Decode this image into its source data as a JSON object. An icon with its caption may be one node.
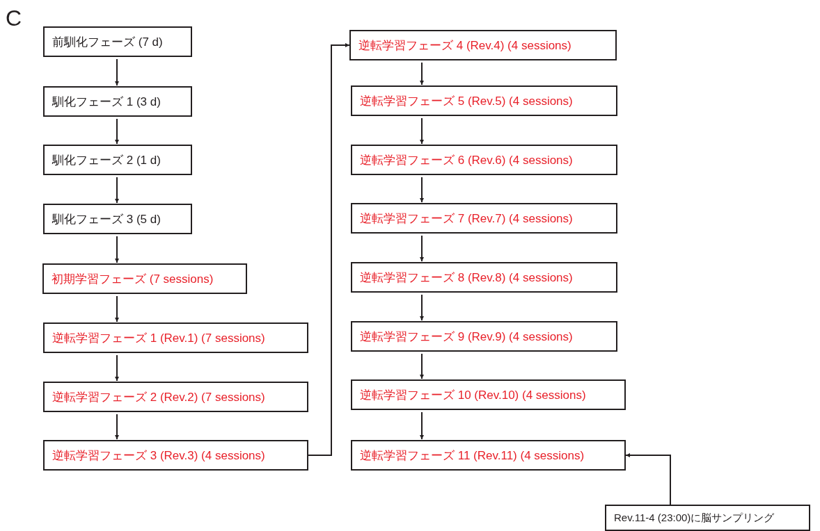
{
  "diagram": {
    "nodes": [
      {
        "text": [
          "前馴化フェーズ (7 d)"
        ]
      },
      {
        "text": [
          "馴化フェーズ 1 (3 d)"
        ]
      },
      {
        "text": [
          "馴化フェーズ 2 (1 d)"
        ]
      },
      {
        "text": [
          "馴化フェーズ 3 (5 d)"
        ]
      },
      {
        "text": [
          "初期学習フェーズ (7 sessions)"
        ]
      },
      {
        "text": [
          "逆転学習フェーズ 1 (Rev.1) (7 sessions)"
        ]
      },
      {
        "text": [
          "逆転学習フェーズ 2 (Rev.2) (7 sessions)"
        ]
      },
      {
        "text": [
          "逆転学習フェーズ 3 (Rev.3) (4 sessions)"
        ]
      },
      {
        "text": [
          "逆転学習フェーズ 4 (Rev.4) (4 sessions)"
        ]
      },
      {
        "text": [
          "逆転学習フェーズ 5 (Rev.5) (4 sessions)"
        ]
      },
      {
        "text": [
          "逆転学習フェーズ 6 (Rev.6) (4 sessions)"
        ]
      },
      {
        "text": [
          "逆転学習フェーズ 7 (Rev.7) (4 sessions)"
        ]
      },
      {
        "text": [
          "逆転学習フェーズ 8 (Rev.8) (4 sessions)"
        ]
      },
      {
        "text": [
          "逆転学習フェーズ 9 (Rev.9) (4 sessions)"
        ]
      },
      {
        "text": [
          "逆転学習フェーズ 10 (Rev.10) (4 sessions)"
        ]
      },
      {
        "text": [
          "逆転学習フェーズ 11 (Rev.11) (4 sessions)"
        ]
      },
      {
        "text": [
          "Rev.11-4 (23:00)に脳サンプリング"
        ]
      }
    ],
    "edges": [
      {
        "from": 0,
        "to": 1,
        "arrow": "to"
      },
      {
        "from": 1,
        "to": 2,
        "arrow": "to"
      },
      {
        "from": 2,
        "to": 3,
        "arrow": "to"
      },
      {
        "from": 3,
        "to": 4,
        "arrow": "to"
      },
      {
        "from": 4,
        "to": 5,
        "arrow": "to"
      },
      {
        "from": 5,
        "to": 6,
        "arrow": "to"
      },
      {
        "from": 6,
        "to": 7,
        "arrow": "to"
      },
      {
        "from": 7,
        "to": 8,
        "arrow": "to"
      },
      {
        "from": 8,
        "to": 9,
        "arrow": "to"
      },
      {
        "from": 9,
        "to": 10,
        "arrow": "to"
      },
      {
        "from": 10,
        "to": 11,
        "arrow": "to"
      },
      {
        "from": 11,
        "to": 12,
        "arrow": "to"
      },
      {
        "from": 12,
        "to": 13,
        "arrow": "to"
      },
      {
        "from": 13,
        "to": 14,
        "arrow": "to"
      },
      {
        "from": 14,
        "to": 15,
        "arrow": "to"
      },
      {
        "from": 16,
        "to": 15,
        "arrow": "to"
      }
    ],
    "labels": [
      "C"
    ]
  }
}
